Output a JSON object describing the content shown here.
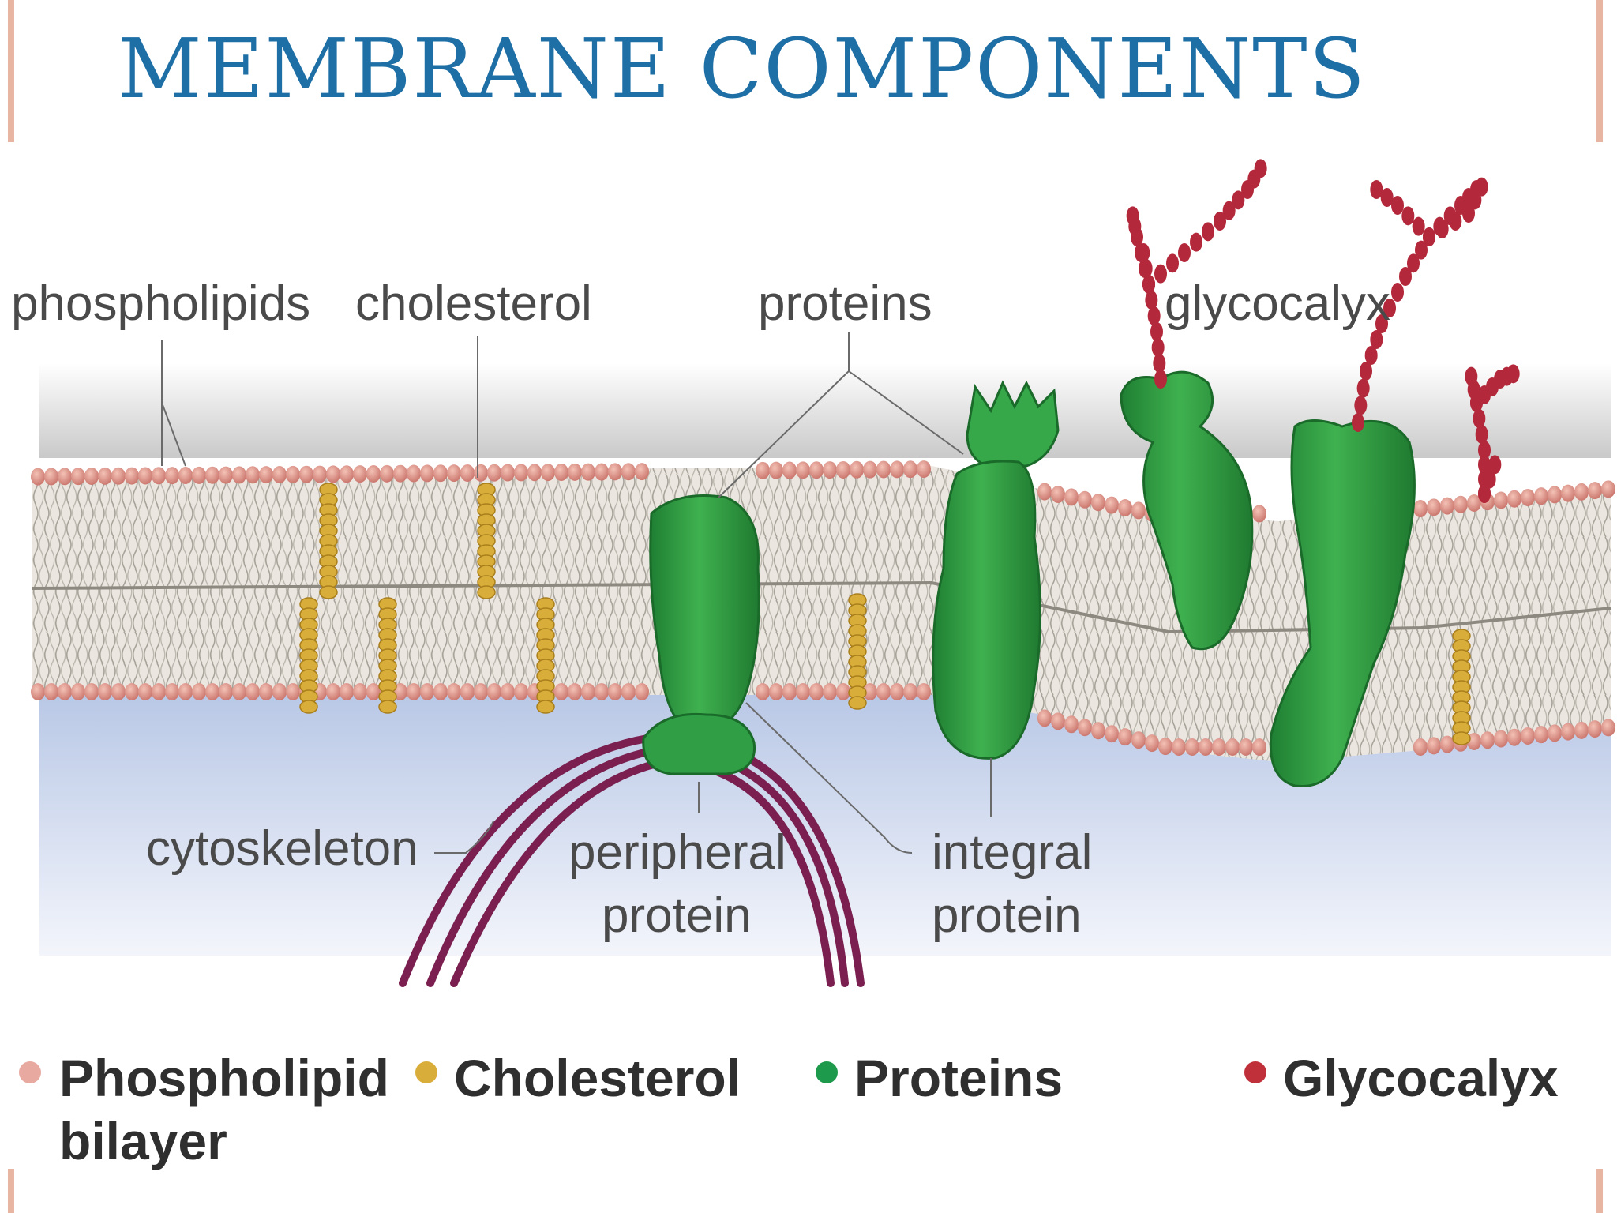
{
  "title": "MEMBRANE COMPONENTS",
  "labels": {
    "phospholipids": "phospholipids",
    "cholesterol": "cholesterol",
    "proteins": "proteins",
    "glycocalyx": "glycocalyx",
    "cytoskeleton": "cytoskeleton",
    "peripheral_protein_line1": "peripheral",
    "peripheral_protein_line2": "protein",
    "integral_protein_line1": "integral",
    "integral_protein_line2": "protein"
  },
  "legend": [
    {
      "label_line1": "Phospholipid",
      "label_line2": "bilayer",
      "color": "#e8a9a0"
    },
    {
      "label_line1": "Cholesterol",
      "label_line2": "",
      "color": "#d9ad3a"
    },
    {
      "label_line1": "Proteins",
      "label_line2": "",
      "color": "#1e9a4c"
    },
    {
      "label_line1": "Glycocalyx",
      "label_line2": "",
      "color": "#c0303a"
    }
  ],
  "colors": {
    "title": "#1e6fa6",
    "head": "#e29a8c",
    "tail": "#d8d4cc",
    "cholesterol": "#d9ad3a",
    "protein": "#2f9e44",
    "glycocalyx": "#b3283a",
    "cytoskeleton": "#7a1f4f",
    "cytoplasm": "#c9d6ec"
  }
}
